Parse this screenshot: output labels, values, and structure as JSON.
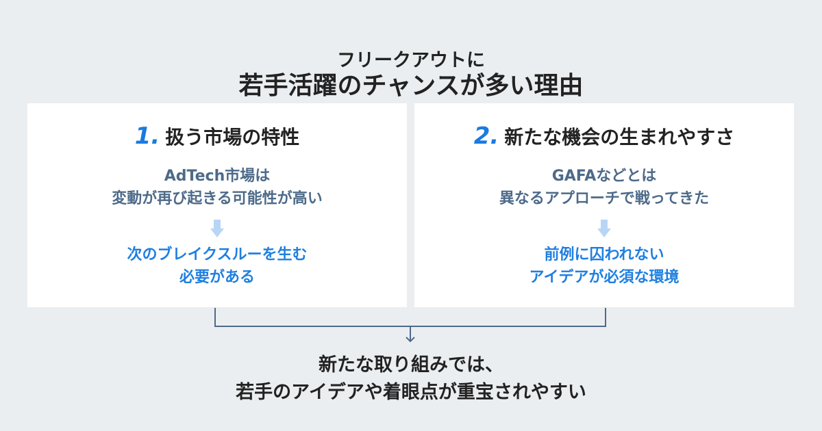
{
  "title": {
    "line1": "フリークアウトに",
    "line2": "若手活躍のチャンスが多い理由"
  },
  "cards": [
    {
      "number": "1.",
      "heading": "扱う市場の特性",
      "sub1": "AdTech市場は",
      "sub2": "変動が再び起きる可能性が高い",
      "res1": "次のブレイクスルーを生む",
      "res2": "必要がある"
    },
    {
      "number": "2.",
      "heading": "新たな機会の生まれやすさ",
      "sub1": "GAFAなどとは",
      "sub2": "異なるアプローチで戦ってきた",
      "res1": "前例に囚われない",
      "res2": "アイデアが必須な環境"
    }
  ],
  "conclusion": {
    "line1": "新たな取り組みでは、",
    "line2": "若手のアイデアや着眼点が重宝されやすい"
  },
  "colors": {
    "accent": "#1a7be0",
    "sub": "#4d6a89",
    "connector": "#4d6a89",
    "arrow": "#b7d6f5"
  }
}
